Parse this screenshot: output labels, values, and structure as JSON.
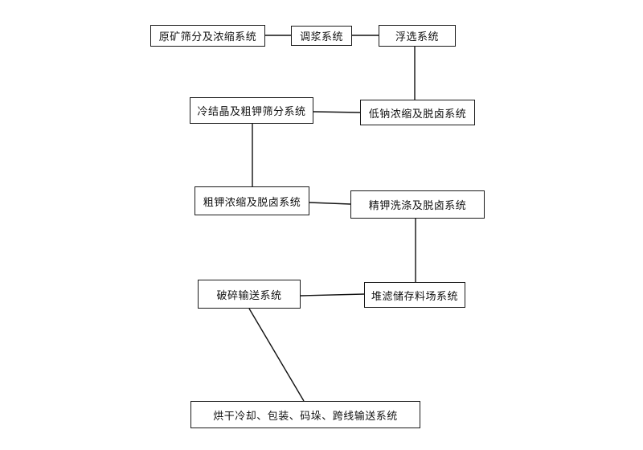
{
  "diagram": {
    "nodes": {
      "raw_ore": "原矿筛分及浓缩系统",
      "slurry": "调浆系统",
      "flotation": "浮选系统",
      "cold_crystallization": "冷结晶及粗钾筛分系统",
      "low_sodium": "低钠浓缩及脱卤系统",
      "crude_potassium": "粗钾浓缩及脱卤系统",
      "refined_potassium": "精钾洗涤及脱卤系统",
      "crushing": "破碎输送系统",
      "stacking": "堆滤储存料场系统",
      "final": "烘干冷却、包装、码垛、跨线输送系统"
    },
    "connections": [
      [
        "raw_ore",
        "slurry"
      ],
      [
        "slurry",
        "flotation"
      ],
      [
        "flotation",
        "low_sodium"
      ],
      [
        "low_sodium",
        "cold_crystallization"
      ],
      [
        "cold_crystallization",
        "crude_potassium"
      ],
      [
        "crude_potassium",
        "refined_potassium"
      ],
      [
        "refined_potassium",
        "stacking"
      ],
      [
        "stacking",
        "crushing"
      ],
      [
        "crushing",
        "final"
      ]
    ]
  }
}
